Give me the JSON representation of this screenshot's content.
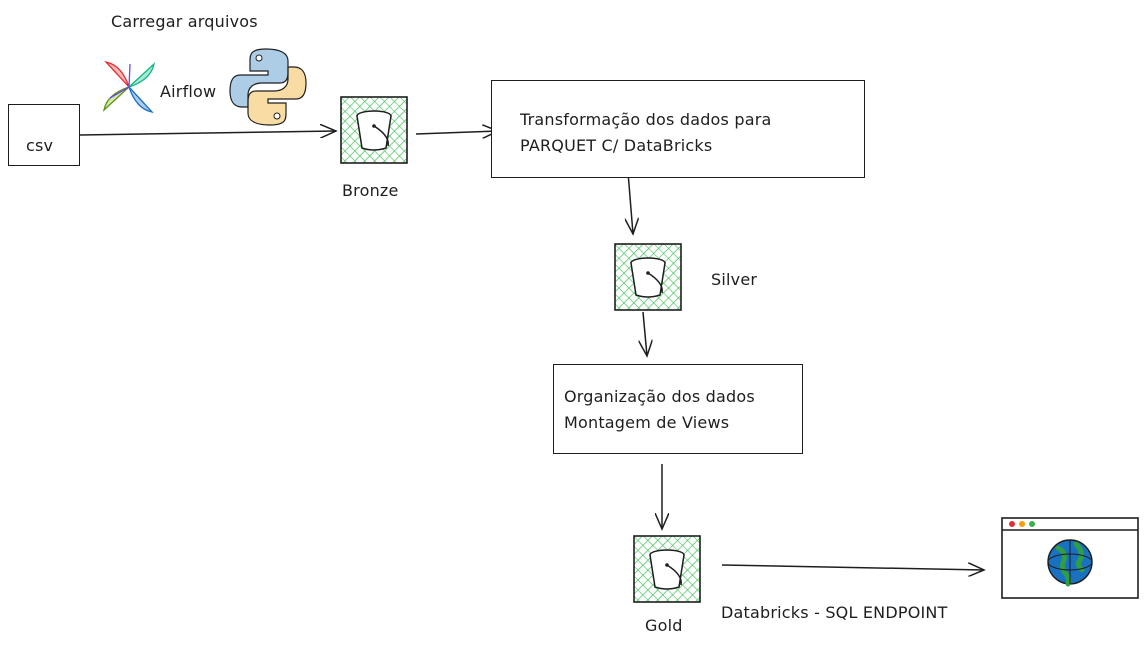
{
  "labels": {
    "upload": "Carregar arquivos",
    "airflow": "Airflow",
    "bronze": "Bronze",
    "silver": "Silver",
    "gold": "Gold",
    "sql_endpoint": "Databricks - SQL ENDPOINT"
  },
  "nodes": {
    "csv": "csv",
    "transform_line1": "Transformação dos dados para",
    "transform_line2": "PARQUET C/ DataBricks",
    "organize_line1": "Organização dos dados",
    "organize_line2": "Montagem de Views"
  },
  "icons": {
    "bucket": "bucket-icon",
    "airflow": "airflow-logo-icon",
    "python": "python-logo-icon",
    "browser": "browser-window-icon",
    "globe": "globe-icon"
  },
  "colors": {
    "bucket_fill": "#40c057",
    "bucket_border": "#1e1e1e",
    "python_blue": "#4a90c8",
    "python_yellow": "#f2b233",
    "globe_blue": "#1971c2",
    "globe_green": "#2f9e44",
    "dot_red": "#e03131",
    "dot_yellow": "#f59f00",
    "dot_green": "#37b24d"
  }
}
